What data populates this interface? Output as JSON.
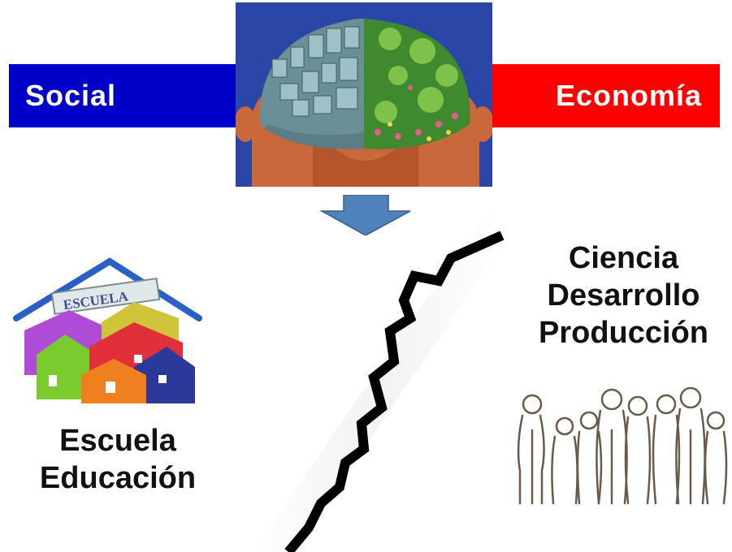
{
  "banners": {
    "left": "Social",
    "right": "Economía"
  },
  "left_label": {
    "lines": [
      "Escuela",
      "Educación"
    ]
  },
  "right_label": {
    "lines": [
      "Ciencia",
      "Desarrollo",
      "Producción"
    ]
  },
  "school_sign": "ESCUELA",
  "colors": {
    "social_blue": "#0000c8",
    "economia_red": "#ff0000",
    "arrow_blue": "#4f81bd",
    "brain_bg": "#2a46a6"
  },
  "icons": [
    "brain-illustration",
    "down-arrow-icon",
    "crack-line",
    "school-drawing",
    "people-sketch"
  ]
}
